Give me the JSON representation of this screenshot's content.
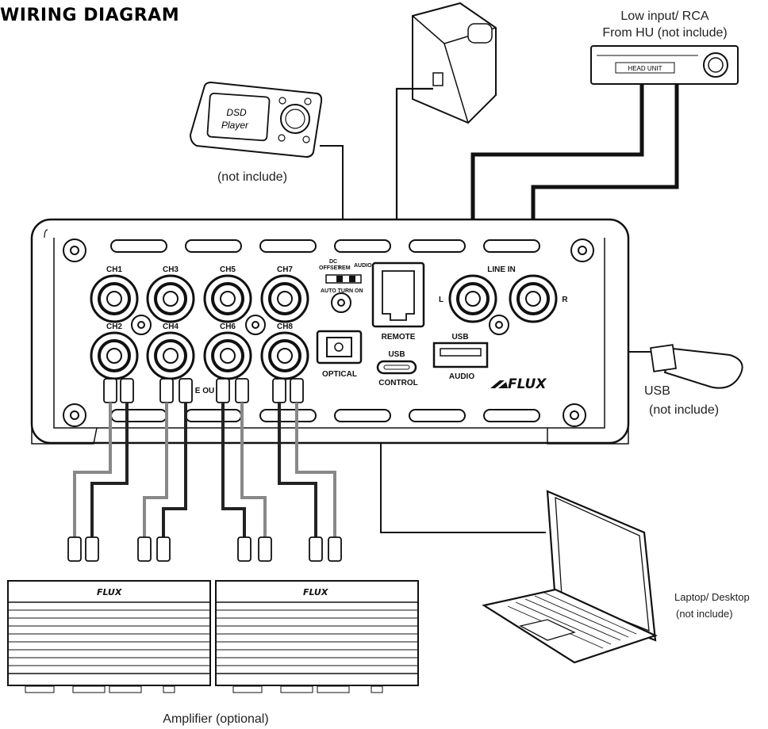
{
  "title": "WIRING DIAGRAM",
  "captions": {
    "head_unit_line1": "Low input/ RCA",
    "head_unit_line2": "From HU (not include)",
    "dsd_not_include": "(not include)",
    "usb_line1": "USB",
    "usb_line2": "(not include)",
    "laptop_line1": "Laptop/ Desktop",
    "laptop_line2": "(not include)",
    "amplifier": "Amplifier (optional)"
  },
  "devices": {
    "head_unit_label": "HEAD UNIT",
    "dsd_line1": "DSD",
    "dsd_line2": "Player",
    "brand": "FLUX"
  },
  "panel": {
    "channels": [
      "CH1",
      "CH3",
      "CH5",
      "CH7",
      "CH2",
      "CH4",
      "CH6",
      "CH8"
    ],
    "line_out_fragment": "E OU",
    "switch_dc_top": "DC",
    "switch_dc_bottom": "OFFSET",
    "switch_rem": "REM",
    "switch_audio": "AUDIO",
    "switch_auto": "AUTO TURN ON",
    "optical": "OPTICAL",
    "remote": "REMOTE",
    "usb_control_top": "USB",
    "usb_control_bottom": "CONTROL",
    "usb_audio_top": "USB",
    "usb_audio_bottom": "AUDIO",
    "line_in": "LINE IN",
    "left": "L",
    "right": "R"
  }
}
